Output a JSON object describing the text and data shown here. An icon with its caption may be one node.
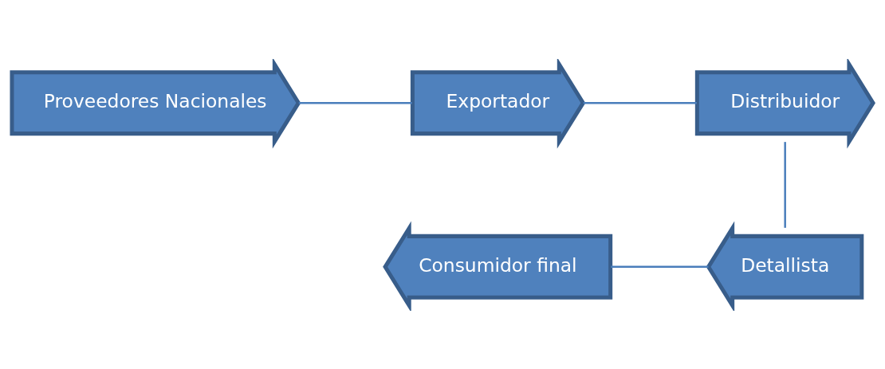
{
  "diagram": {
    "nodes": [
      {
        "text": [
          "Proveedores Nacionales"
        ]
      },
      {
        "text": [
          "Exportador"
        ]
      },
      {
        "text": [
          "Distribuidor"
        ]
      },
      {
        "text": [
          "Detallista"
        ]
      },
      {
        "text": [
          "Consumidor final"
        ]
      }
    ],
    "edges": [
      {
        "from": 0,
        "to": 1,
        "arrow": "none"
      },
      {
        "from": 1,
        "to": 2,
        "arrow": "none"
      },
      {
        "from": 2,
        "to": 3,
        "arrow": "none"
      },
      {
        "from": 3,
        "to": 4,
        "arrow": "none"
      }
    ]
  }
}
